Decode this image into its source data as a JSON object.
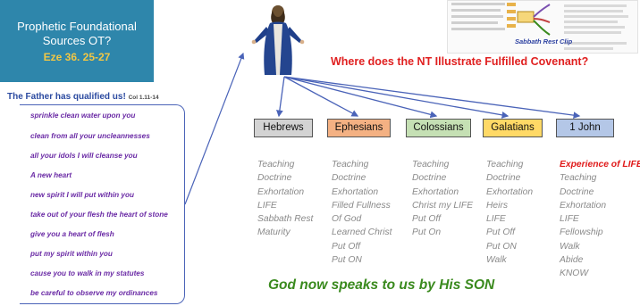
{
  "header_box": {
    "title_line1": "Prophetic Foundational",
    "title_line2": "Sources OT?",
    "reference": "Eze 36. 25-27"
  },
  "qualified": {
    "heading": "The Father has qualified us!",
    "reference": "Col 1.11-14"
  },
  "verses": [
    "sprinkle clean water upon you",
    "clean from all your uncleannesses",
    "all your idols I will cleanse you",
    "A new heart",
    "new spirit I will put within you",
    "take out of your flesh the heart of stone",
    "give you a heart of flesh",
    "put my spirit within you",
    "cause you to walk in my statutes",
    "be careful to observe my ordinances"
  ],
  "top_thumbnail": {
    "caption": "Sabbath Rest Clip"
  },
  "question": "Where does the NT Illustrate Fulfilled Covenant?",
  "books": [
    {
      "label": "Hebrews",
      "color": "#d3d3d3"
    },
    {
      "label": "Ephesians",
      "color": "#f4b183"
    },
    {
      "label": "Colossians",
      "color": "#c5e0b4"
    },
    {
      "label": "Galatians",
      "color": "#ffd966"
    },
    {
      "label": "1 John",
      "color": "#b4c7e7"
    }
  ],
  "columns": [
    {
      "items": [
        "Teaching",
        "Doctrine",
        "Exhortation",
        "LIFE",
        "Sabbath Rest",
        "Maturity"
      ]
    },
    {
      "items": [
        "Teaching",
        "Doctrine",
        "Exhortation",
        "Filled Fullness",
        "Of God",
        "Learned Christ",
        "Put Off",
        "Put ON"
      ]
    },
    {
      "items": [
        "Teaching",
        "Doctrine",
        "Exhortation",
        "Christ my LIFE",
        "Put Off",
        "Put On"
      ]
    },
    {
      "items": [
        "Teaching",
        "Doctrine",
        "Exhortation",
        "Heirs",
        "LIFE",
        "Put Off",
        "Put ON",
        "Walk"
      ]
    },
    {
      "highlight": "Experience of LIFE",
      "items": [
        "Teaching",
        "Doctrine",
        "Exhortation",
        "LIFE",
        "Fellowship",
        "Walk",
        "Abide",
        "KNOW"
      ]
    }
  ],
  "footer": "God now speaks to us by His SON",
  "colors": {
    "header_box": "#2e86ab",
    "verse_text": "#6a2aa5",
    "question": "#e02020",
    "footer": "#3a8a1e",
    "connector": "#4a63b8"
  }
}
